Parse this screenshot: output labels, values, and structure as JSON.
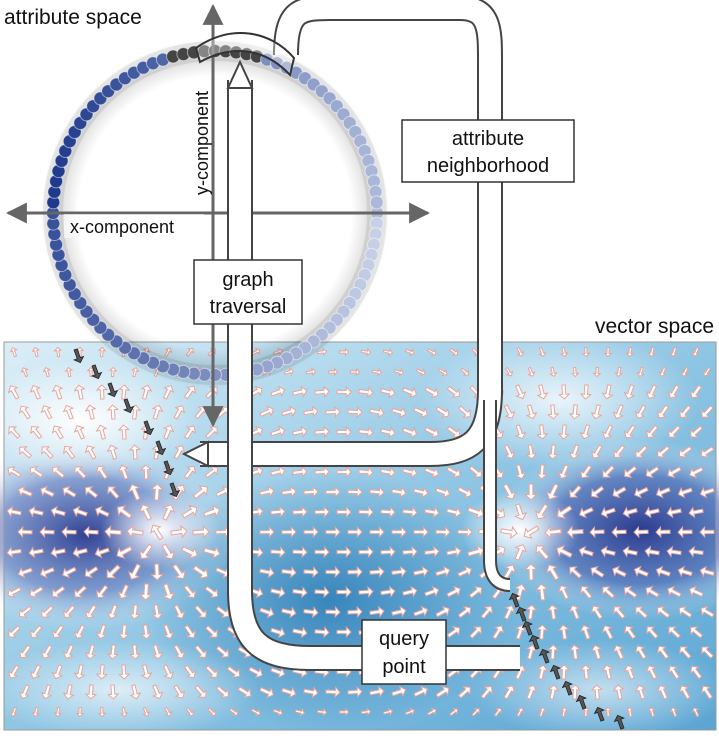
{
  "labels": {
    "attribute_space": "attribute space",
    "vector_space": "vector space",
    "x_component": "x-component",
    "y_component": "y-component",
    "attribute_neighborhood_line1": "attribute",
    "attribute_neighborhood_line2": "neighborhood",
    "graph_traversal_line1": "graph",
    "graph_traversal_line2": "traversal",
    "query_point_line1": "query",
    "query_point_line2": "point"
  },
  "colors": {
    "field_dark": "#2b3a8f",
    "field_mid": "#2f7fb8",
    "field_light": "#bfe3f2",
    "vector_glyph": "#e9a49a",
    "highlight_glyph": "#555555",
    "ring_dark": "#1f3a8c",
    "ring_light": "#cfd8ec"
  }
}
